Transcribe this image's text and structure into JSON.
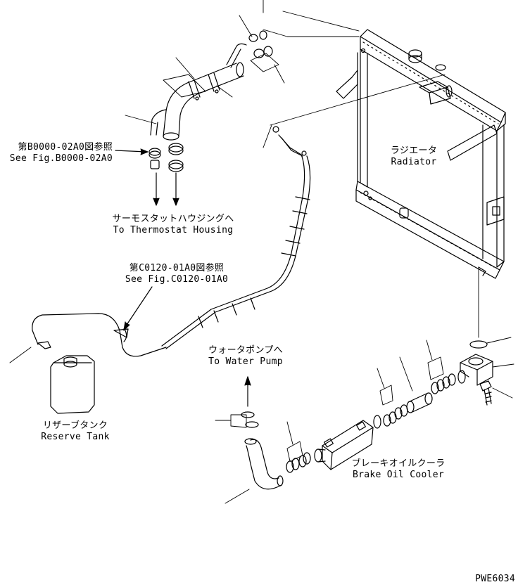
{
  "labels": {
    "ref_b_jp": "第B0000-02A0図参照",
    "ref_b_en": "See Fig.B0000-02A0",
    "thermostat_jp": "サーモスタットハウジングへ",
    "thermostat_en": "To Thermostat Housing",
    "ref_c_jp": "第C0120-01A0図参照",
    "ref_c_en": "See Fig.C0120-01A0",
    "radiator_jp": "ラジエータ",
    "radiator_en": "Radiator",
    "waterpump_jp": "ウォータポンプへ",
    "waterpump_en": "To Water Pump",
    "reserve_jp": "リザーブタンク",
    "reserve_en": "Reserve Tank",
    "cooler_jp": "ブレーキオイルクーラ",
    "cooler_en": "Brake Oil Cooler",
    "code": "PWE6034"
  }
}
